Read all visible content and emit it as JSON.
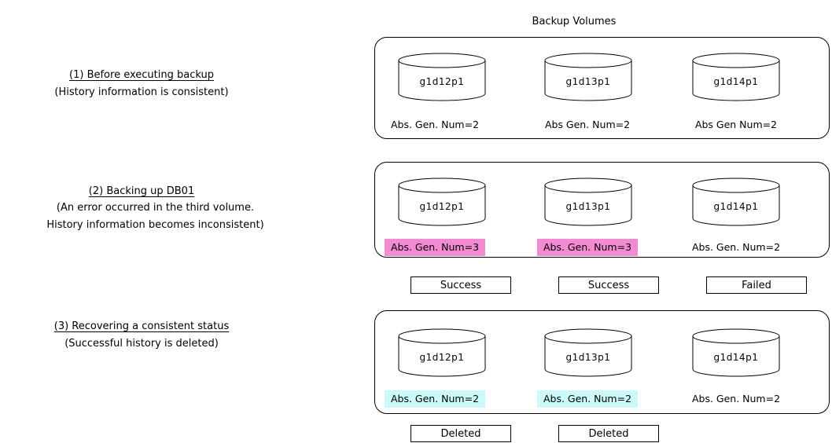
{
  "header": {
    "title": "Backup Volumes"
  },
  "scenarios": [
    {
      "title": "(1) Before executing backup",
      "desc": [
        "(History information is consistent)"
      ],
      "volumes": [
        {
          "name": "g1d12p1",
          "gen": "Abs. Gen. Num=2",
          "highlight": ""
        },
        {
          "name": "g1d13p1",
          "gen": "Abs Gen. Num=2",
          "highlight": ""
        },
        {
          "name": "g1d14p1",
          "gen": "Abs Gen Num=2",
          "highlight": ""
        }
      ],
      "statuses": []
    },
    {
      "title": "(2) Backing up DB01",
      "desc": [
        "(An error occurred in the third volume.",
        "History information becomes inconsistent)"
      ],
      "volumes": [
        {
          "name": "g1d12p1",
          "gen": "Abs. Gen. Num=3",
          "highlight": "#f28bd2"
        },
        {
          "name": "g1d13p1",
          "gen": "Abs. Gen. Num=3",
          "highlight": "#f28bd2"
        },
        {
          "name": "g1d14p1",
          "gen": "Abs. Gen. Num=2",
          "highlight": ""
        }
      ],
      "statuses": [
        "Success",
        "Success",
        "Failed"
      ]
    },
    {
      "title": "(3) Recovering a consistent status",
      "desc": [
        "(Successful history is deleted)"
      ],
      "volumes": [
        {
          "name": "g1d12p1",
          "gen": "Abs. Gen. Num=2",
          "highlight": "#ccfafa"
        },
        {
          "name": "g1d13p1",
          "gen": "Abs. Gen. Num=2",
          "highlight": "#ccfafa"
        },
        {
          "name": "g1d14p1",
          "gen": "Abs. Gen. Num=2",
          "highlight": ""
        }
      ],
      "statuses": [
        "Deleted",
        "Deleted"
      ]
    }
  ]
}
